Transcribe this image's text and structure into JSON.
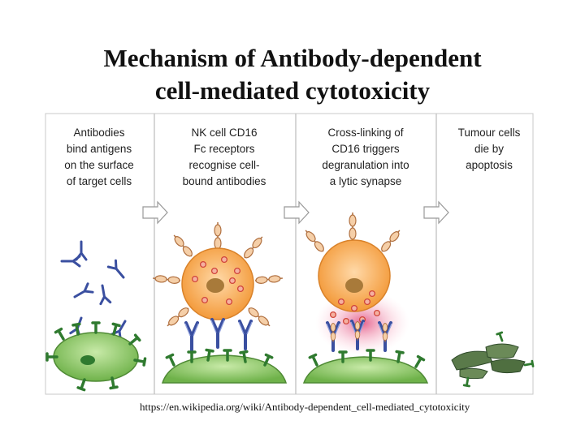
{
  "slide": {
    "title_line1": "Mechanism of Antibody-dependent",
    "title_line2": "cell-mediated cytotoxicity",
    "source": "https://en.wikipedia.org/wiki/Antibody-dependent_cell-mediated_cytotoxicity"
  },
  "panels": [
    {
      "caption": [
        "Antibodies",
        "bind antigens",
        "on the surface",
        "of target cells"
      ]
    },
    {
      "caption": [
        "NK cell CD16",
        "Fc receptors",
        "recognise cell-",
        "bound antibodies"
      ]
    },
    {
      "caption": [
        "Cross-linking of",
        "CD16 triggers",
        "degranulation into",
        "a lytic synapse"
      ]
    },
    {
      "caption": [
        "Tumour cells",
        "die by",
        "apoptosis"
      ]
    }
  ],
  "colors": {
    "nk_cell": "#f6a64a",
    "target_cell": "#8fcf6a",
    "antibody": "#3a4fa0",
    "antigen": "#2f7a2f",
    "receptor": "#f0c9a0",
    "granule": "#e04a4a",
    "lytic_glow": "#e86a8a",
    "dead_cell": "#5a7a4a"
  }
}
